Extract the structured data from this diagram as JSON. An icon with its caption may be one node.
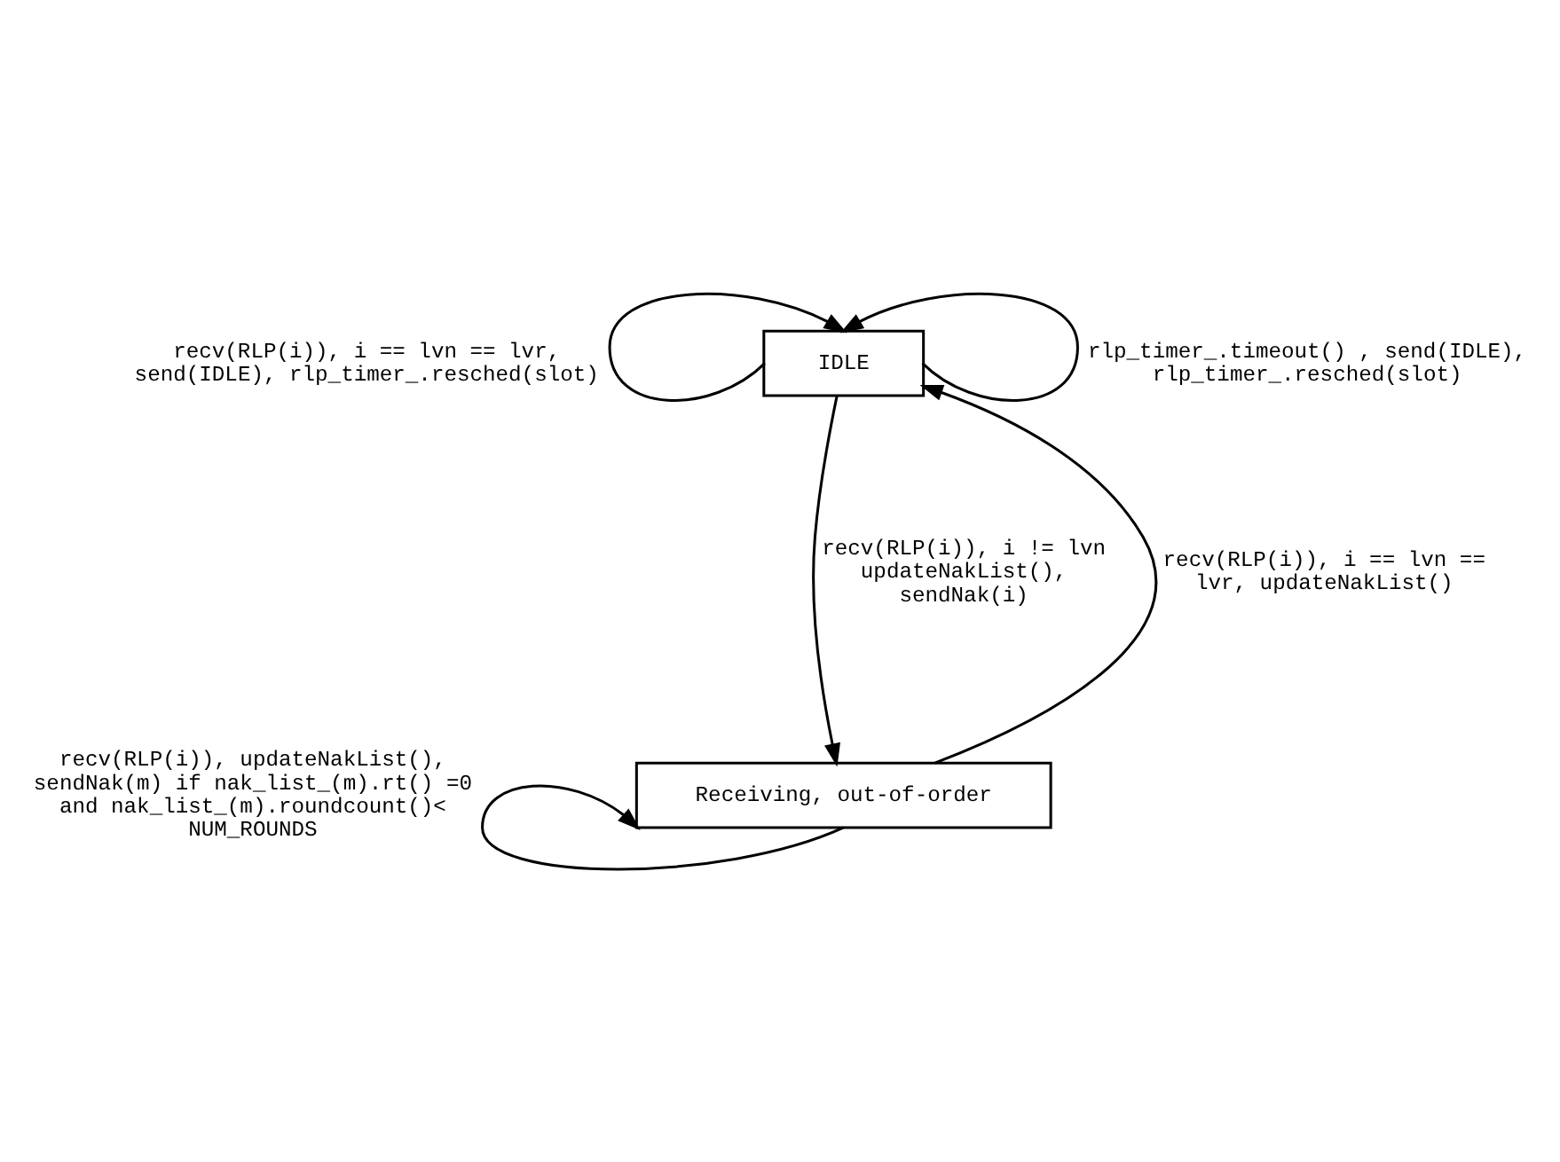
{
  "diagram": {
    "nodes": [
      {
        "text": [
          "IDLE"
        ]
      },
      {
        "text": [
          "Receiving, out-of-order"
        ]
      }
    ],
    "edges": [
      {
        "from": 0,
        "to": 0,
        "arrow": "to",
        "label": "recv(RLP(i)), i == lvn == lvr, send(IDLE), rlp_timer_.resched(slot)"
      },
      {
        "from": 0,
        "to": 0,
        "arrow": "to",
        "label": "rlp_timer_.timeout() , send(IDLE), rlp_timer_.resched(slot)"
      },
      {
        "from": 0,
        "to": 1,
        "arrow": "to",
        "label": "recv(RLP(i)), i != lvn updateNakList(), sendNak(i)"
      },
      {
        "from": 1,
        "to": 0,
        "arrow": "to",
        "label": "recv(RLP(i)), i == lvn == lvr, updateNakList()"
      },
      {
        "from": 1,
        "to": 1,
        "arrow": "to",
        "label": "recv(RLP(i)), updateNakList(), sendNak(m) if nak_list_(m).rt() =0 and nak_list_(m).roundcount()< NUM_ROUNDS"
      }
    ]
  }
}
